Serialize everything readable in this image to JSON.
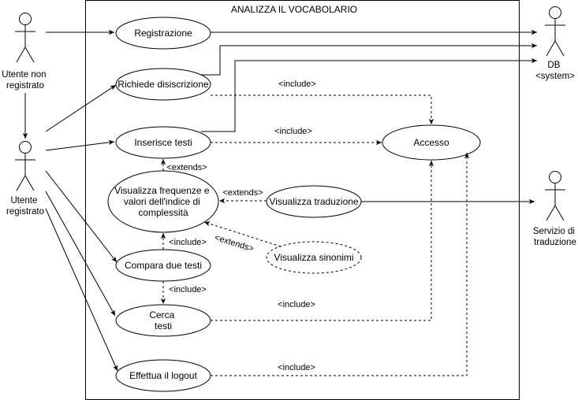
{
  "system": {
    "title": "ANALIZZA IL VOCABOLARIO"
  },
  "actors": {
    "unregistered": [
      "Utente non",
      "registrato"
    ],
    "registered": [
      "Utente",
      "registrato"
    ],
    "db": [
      "DB",
      "<system>"
    ],
    "translation": [
      "Servizio di",
      "traduzione"
    ]
  },
  "use_cases": {
    "registrazione": [
      "Registrazione"
    ],
    "disiscrizione": [
      "Richiede disiscrizione"
    ],
    "inserisce": [
      "Inserisce testi"
    ],
    "visualizza_frequenze": [
      "Visualizza frequenze e",
      "valori dell'indice di",
      "complessità"
    ],
    "compara": [
      "Compara due testi"
    ],
    "cerca": [
      "Cerca",
      "testi"
    ],
    "logout": [
      "Effettua il logout"
    ],
    "accesso": [
      "Accesso"
    ],
    "traduzione": [
      "Visualizza traduzione"
    ],
    "sinonimi": [
      "Visualizza sinonimi"
    ]
  },
  "relations": {
    "include": "<include>",
    "extends": "<extends>"
  },
  "colors": {
    "stroke": "#000000",
    "background": "#ffffff"
  }
}
